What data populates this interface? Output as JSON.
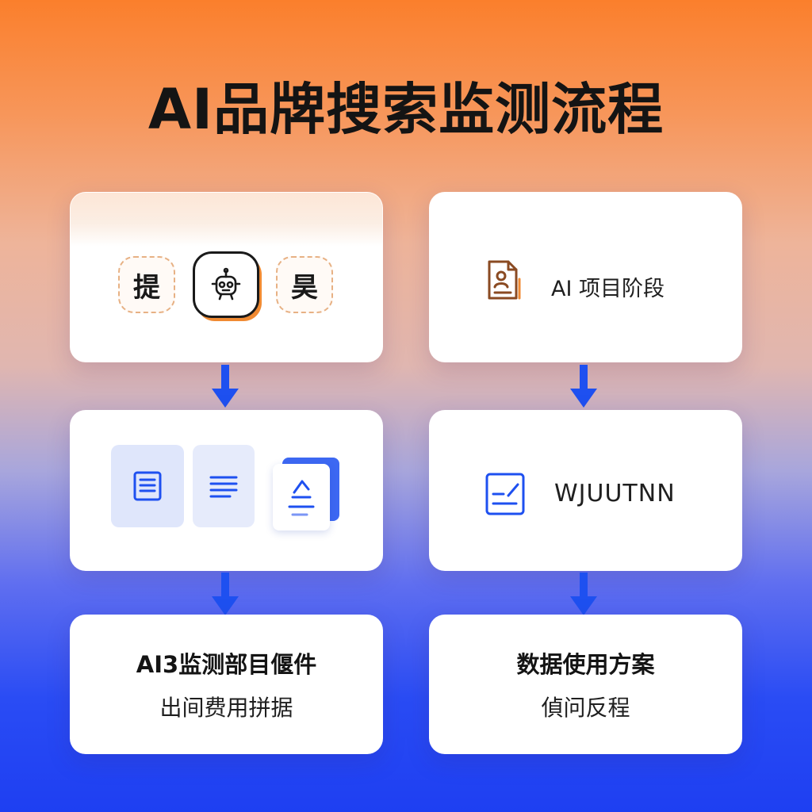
{
  "title": "AI品牌搜索监测流程",
  "colors": {
    "accent_orange": "#f08a32",
    "accent_blue": "#1e50f0",
    "doc_brown": "#8a4a22"
  },
  "left_column": {
    "card1": {
      "badges": [
        {
          "text": "提",
          "style": "dashed"
        },
        {
          "icon": "robot-icon",
          "style": "main"
        },
        {
          "text": "昊",
          "style": "dashed"
        }
      ]
    },
    "card2": {
      "icons": [
        "document-icon",
        "text-lines-icon",
        "edit-document-icon"
      ]
    },
    "card3": {
      "heading": "AI3监测部目偃件",
      "subtext": "出间费用拼据"
    }
  },
  "right_column": {
    "card1": {
      "icon": "document-user-icon",
      "label": "AI 项目阶段"
    },
    "card2": {
      "icon": "edit-note-icon",
      "label": "WJUUTNN"
    },
    "card3": {
      "heading": "数据使用方案",
      "subtext": "偵问反程"
    }
  }
}
